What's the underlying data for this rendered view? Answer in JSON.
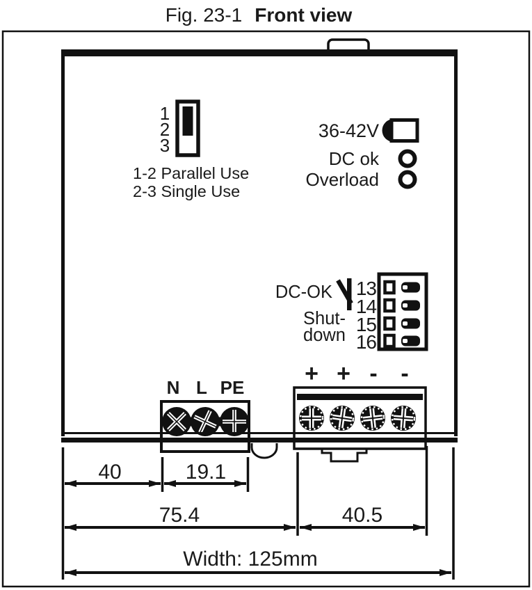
{
  "figure": {
    "label": "Fig. 23-1",
    "title": "Front view"
  },
  "device": {
    "selector": {
      "positions": [
        "1",
        "2",
        "3"
      ],
      "notes": [
        "1-2 Parallel Use",
        "2-3 Single Use"
      ]
    },
    "adjustment": {
      "range_label": "36-42V"
    },
    "indicators": [
      {
        "label": "DC ok"
      },
      {
        "label": "Overload"
      }
    ],
    "signal_connector": {
      "contact_label": "DC-OK",
      "shutdown_label_line1": "Shut-",
      "shutdown_label_line2": "down",
      "pins": [
        "13",
        "14",
        "15",
        "16"
      ]
    },
    "input_terminals": {
      "labels": [
        "N",
        "L",
        "PE"
      ]
    },
    "output_terminals": {
      "labels": [
        "+",
        "+",
        "-",
        "-"
      ]
    }
  },
  "dimensions": {
    "left_offset": "40",
    "input_block_width": "19.1",
    "left_section": "75.4",
    "output_section": "40.5",
    "total_width": "Width: 125mm"
  },
  "colors": {
    "ink": "#111111",
    "paper": "#ffffff"
  }
}
